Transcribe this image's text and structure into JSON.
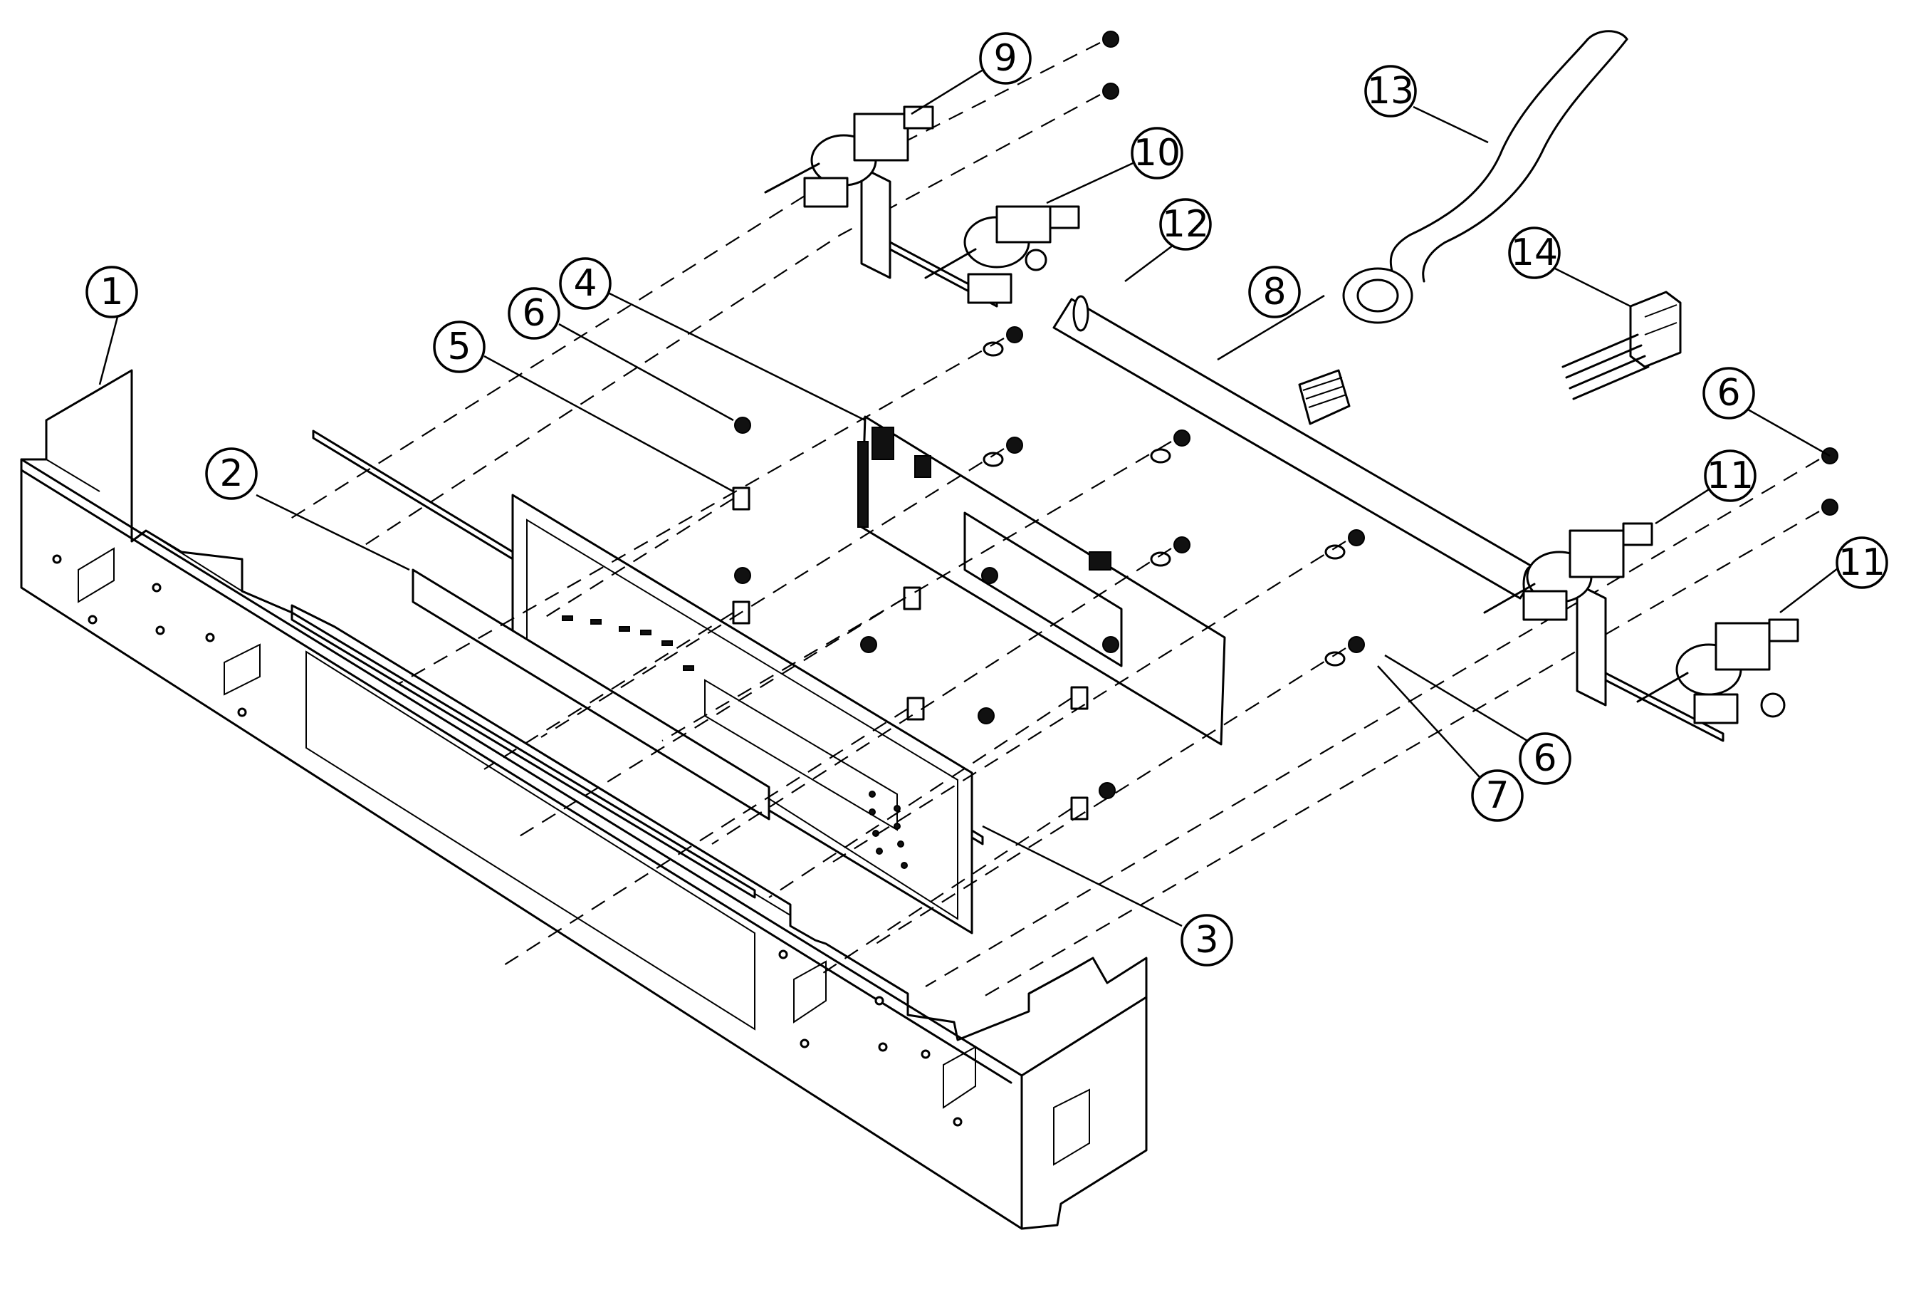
{
  "callouts": [
    {
      "id": "1",
      "label": "1"
    },
    {
      "id": "2",
      "label": "2"
    },
    {
      "id": "3",
      "label": "3"
    },
    {
      "id": "4",
      "label": "4"
    },
    {
      "id": "5",
      "label": "5"
    },
    {
      "id": "6a",
      "label": "6"
    },
    {
      "id": "6b",
      "label": "6"
    },
    {
      "id": "6c",
      "label": "6"
    },
    {
      "id": "7",
      "label": "7"
    },
    {
      "id": "8",
      "label": "8"
    },
    {
      "id": "9",
      "label": "9"
    },
    {
      "id": "10",
      "label": "10"
    },
    {
      "id": "11a",
      "label": "11"
    },
    {
      "id": "11b",
      "label": "11"
    },
    {
      "id": "12",
      "label": "12"
    },
    {
      "id": "13",
      "label": "13"
    },
    {
      "id": "14",
      "label": "14"
    }
  ]
}
